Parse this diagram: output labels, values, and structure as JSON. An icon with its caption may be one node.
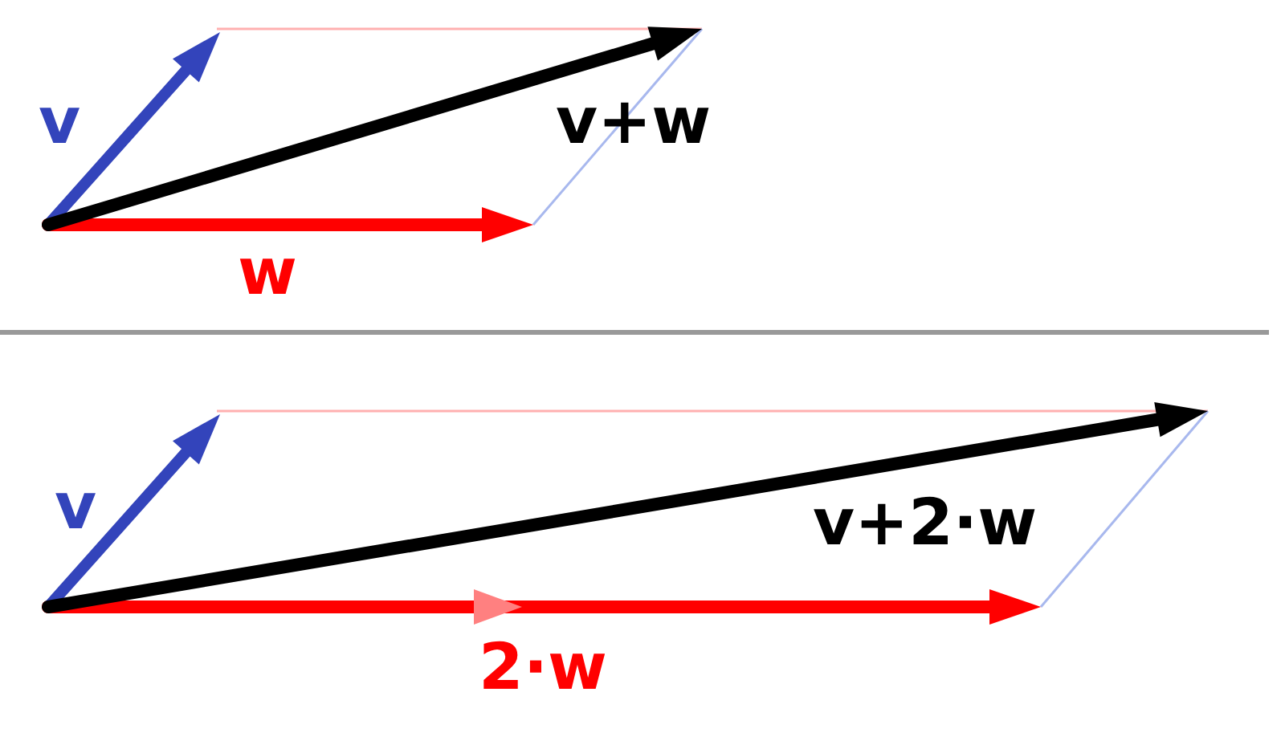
{
  "diagram": {
    "labels": [
      "v",
      "v+w",
      "w",
      "v",
      "v+2·w",
      "2·w"
    ]
  }
}
